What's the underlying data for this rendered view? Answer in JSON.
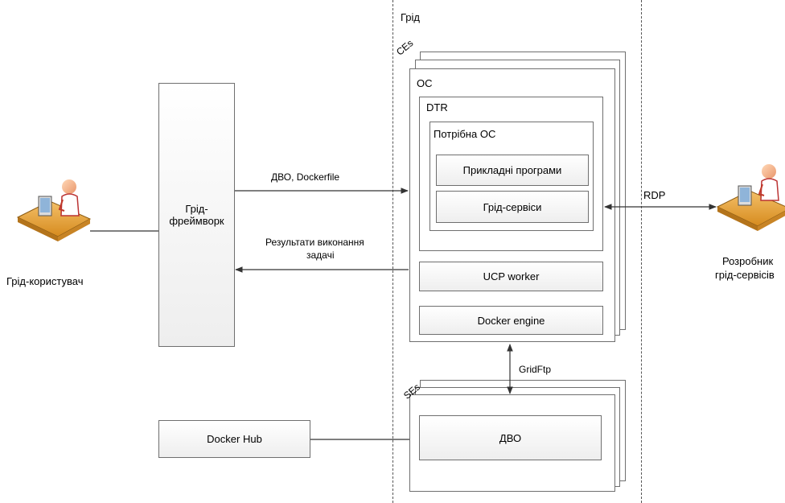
{
  "grid_title": "Грід",
  "actors": {
    "grid_user": "Грід-користувач",
    "developer": [
      "Розробник",
      "грід-сервісів"
    ]
  },
  "framework": [
    "Грід-",
    "фреймворк"
  ],
  "ces_label": "CEs",
  "ses_label": "SEs",
  "os_label": "ОС",
  "dtr_label": "DTR",
  "required_os_label": "Потрібна ОС",
  "applied_programs": "Прикладні програми",
  "grid_services": "Грід-сервіси",
  "ucp_worker": "UCP worker",
  "docker_engine": "Docker engine",
  "dvo": "ДВО",
  "docker_hub": "Docker Hub",
  "edges": {
    "submit": "ДВО, Dockerfile",
    "results": [
      "Результати виконання",
      "задачі"
    ],
    "rdp": "RDP",
    "gridftp": "GridFtp"
  }
}
